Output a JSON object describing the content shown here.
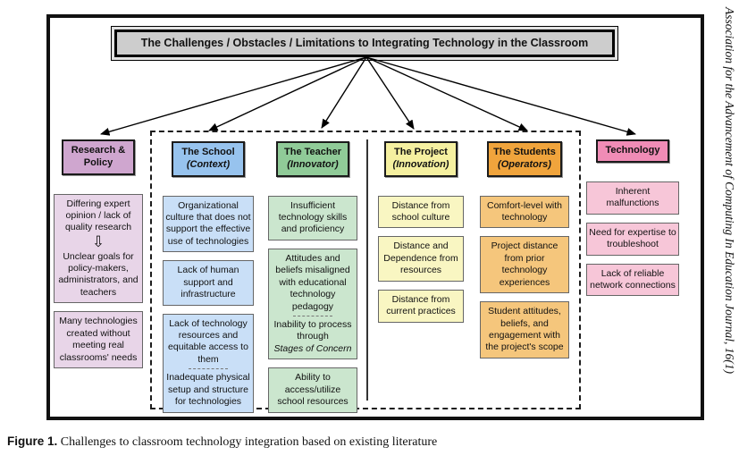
{
  "title": "The Challenges / Obstacles / Limitations to Integrating Technology in the Classroom",
  "caption": {
    "label": "Figure 1.",
    "text": "Challenges to classroom technology integration based on existing literature"
  },
  "side_text": "Association for the Advancement of Computing In Education Journal, 16(1)",
  "colors": {
    "research": {
      "header": "#cfa6cf",
      "box": "#e8d5e8"
    },
    "school": {
      "header": "#97c3ee",
      "box": "#c9dff7"
    },
    "teacher": {
      "header": "#90cb98",
      "box": "#cbe6ce"
    },
    "project": {
      "header": "#f5f0a0",
      "box": "#f9f6c2"
    },
    "students": {
      "header": "#f0a43c",
      "box": "#f5c67c"
    },
    "technology": {
      "header": "#f08cb6",
      "box": "#f7c6d8"
    }
  },
  "columns": {
    "research": {
      "header_line1": "Research &",
      "header_line2": "Policy",
      "box1_top": "Differing expert opinion / lack of quality research",
      "box1_arrow": "⇩",
      "box1_bottom": "Unclear goals for policy-makers, administrators, and teachers",
      "box2": "Many technologies created without meeting real classrooms' needs"
    },
    "school": {
      "header": "The School",
      "sub": "(Context)",
      "box1": "Organizational culture that does not support the effective use of technologies",
      "box2": "Lack of human support and infrastructure",
      "box3_top": "Lack of technology resources and equitable access to them",
      "box3_bottom": "Inadequate physical setup and structure for technologies"
    },
    "teacher": {
      "header": "The Teacher",
      "sub": "(Innovator)",
      "box1": "Insufficient technology skills and proficiency",
      "box2_top": "Attitudes and beliefs misaligned with educational technology pedagogy",
      "box2_bottom_plain": "Inability to process through",
      "box2_bottom_italic": "Stages of Concern",
      "box3": "Ability to access/utilize school resources"
    },
    "project": {
      "header": "The Project",
      "sub": "(Innovation)",
      "box1": "Distance from school culture",
      "box2": "Distance and Dependence from resources",
      "box3": "Distance from current practices"
    },
    "students": {
      "header": "The Students",
      "sub": "(Operators)",
      "box1": "Comfort-level with technology",
      "box2": "Project distance from prior technology experiences",
      "box3": "Student attitudes, beliefs, and engagement with the project's scope"
    },
    "technology": {
      "header": "Technology",
      "box1": "Inherent malfunctions",
      "box2": "Need for expertise to troubleshoot",
      "box3": "Lack of reliable network connections"
    }
  }
}
